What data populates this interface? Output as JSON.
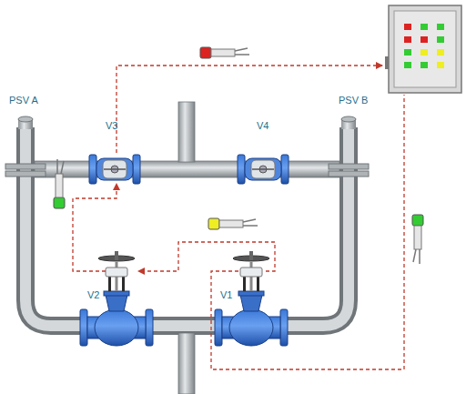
{
  "diagram": {
    "labels": [
      "PSV A",
      "V3",
      "V4",
      "PSV B",
      "V2",
      "V1"
    ]
  }
}
